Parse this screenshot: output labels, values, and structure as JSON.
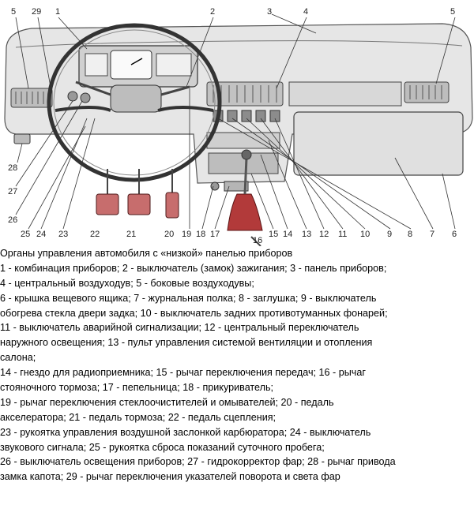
{
  "figure": {
    "callouts": [
      {
        "id": "5",
        "text": "5"
      },
      {
        "id": "29",
        "text": "29"
      },
      {
        "id": "1",
        "text": "1"
      },
      {
        "id": "2",
        "text": "2"
      },
      {
        "id": "3",
        "text": "3"
      },
      {
        "id": "4",
        "text": "4"
      },
      {
        "id": "5b",
        "text": "5"
      },
      {
        "id": "28",
        "text": "28"
      },
      {
        "id": "27",
        "text": "27"
      },
      {
        "id": "26",
        "text": "26"
      },
      {
        "id": "25",
        "text": "25"
      },
      {
        "id": "24",
        "text": "24"
      },
      {
        "id": "23",
        "text": "23"
      },
      {
        "id": "22",
        "text": "22"
      },
      {
        "id": "21",
        "text": "21"
      },
      {
        "id": "20",
        "text": "20"
      },
      {
        "id": "19",
        "text": "19"
      },
      {
        "id": "18",
        "text": "18"
      },
      {
        "id": "17",
        "text": "17"
      },
      {
        "id": "16",
        "text": "16"
      },
      {
        "id": "15",
        "text": "15"
      },
      {
        "id": "14",
        "text": "14"
      },
      {
        "id": "13",
        "text": "13"
      },
      {
        "id": "12",
        "text": "12"
      },
      {
        "id": "11",
        "text": "11"
      },
      {
        "id": "10",
        "text": "10"
      },
      {
        "id": "9",
        "text": "9"
      },
      {
        "id": "8",
        "text": "8"
      },
      {
        "id": "7",
        "text": "7"
      },
      {
        "id": "6",
        "text": "6"
      }
    ]
  },
  "caption": {
    "lines": [
      "Органы управления автомобиля с «низкой» панелью приборов",
      "1 - комбинация приборов; 2 - выключатель (замок) зажигания; 3 - панель приборов;",
      "4 - центральный воздуходув; 5 - боковые воздуходувы;",
      "6 - крышка вещевого ящика; 7 - журнальная полка; 8 - заглушка; 9 - выключатель",
      "обогрева стекла двери задка; 10 - выключатель задних противотуманных фонарей;",
      "11 - выключатель аварийной сигнализации; 12 - центральный переключатель",
      "наружного освещения; 13 - пульт управления системой вентиляции и отопления",
      "салона;",
      "14 - гнездо для радиоприемника; 15 - рычаг переключения передач; 16 - рычаг",
      "стояночного тормоза; 17 - пепельница; 18 - прикуриватель;",
      "19 - рычаг переключения стеклоочистителей и омывателей; 20 - педаль",
      "акселератора; 21 - педаль тормоза; 22 - педаль сцепления;",
      "23 - рукоятка управления воздушной заслонкой карбюратора; 24 - выключатель",
      "звукового сигнала; 25 - рукоятка сброса показаний суточного пробега;",
      "26 - выключатель освещения приборов; 27 - гидрокорректор фар; 28 - рычаг привода",
      "замка капота; 29 - рычаг переключения указателей поворота и света фар"
    ]
  }
}
